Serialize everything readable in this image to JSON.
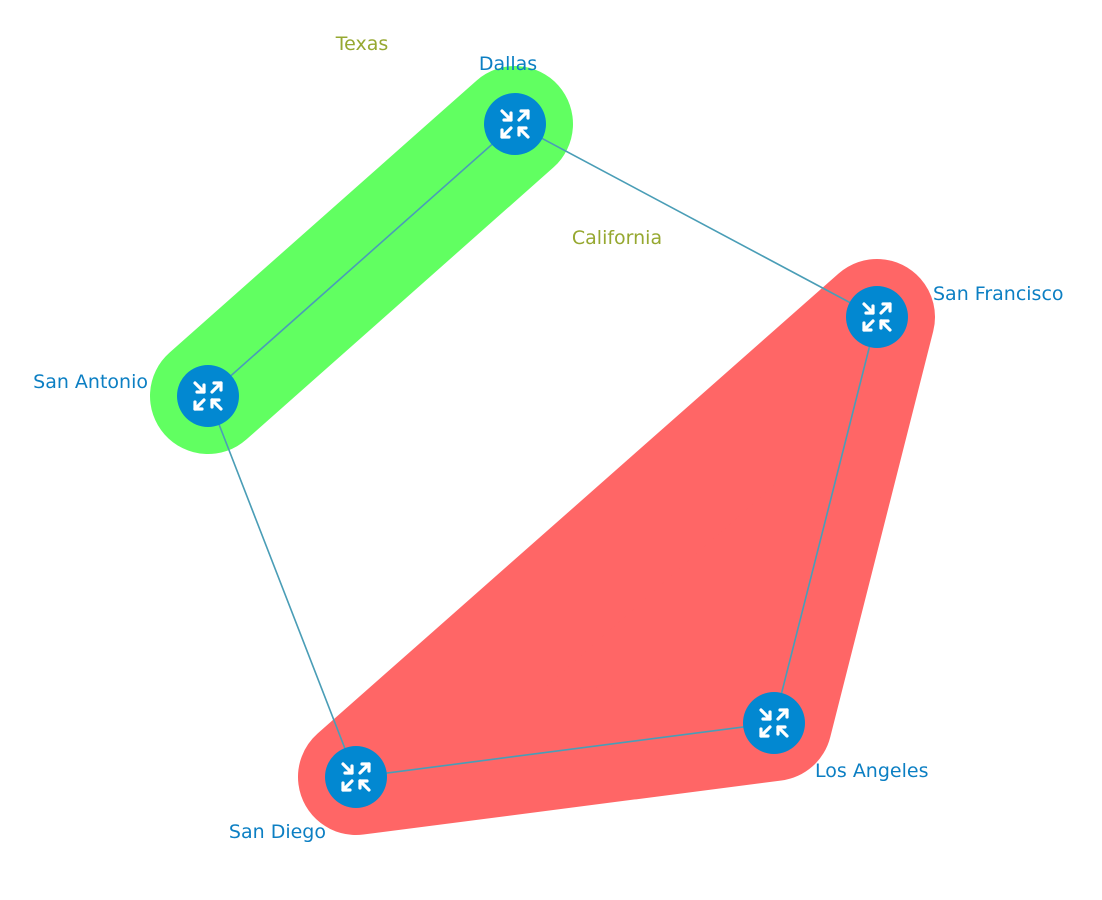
{
  "colors": {
    "node_fill": "#0288d1",
    "node_label": "#0c7fc3",
    "link": "#5bc0de",
    "group_label": "#96a830",
    "texas_group": "#61ff61",
    "california_group": "#ff6666"
  },
  "groups": [
    {
      "id": "texas",
      "label": "Texas",
      "members": [
        "dallas",
        "san-antonio"
      ]
    },
    {
      "id": "california",
      "label": "California",
      "members": [
        "san-francisco",
        "los-angeles",
        "san-diego"
      ]
    }
  ],
  "nodes": [
    {
      "id": "dallas",
      "label": "Dallas",
      "icon": "router-icon"
    },
    {
      "id": "san-antonio",
      "label": "San Antonio",
      "icon": "router-icon"
    },
    {
      "id": "san-francisco",
      "label": "San Francisco",
      "icon": "router-icon"
    },
    {
      "id": "los-angeles",
      "label": "Los Angeles",
      "icon": "router-icon"
    },
    {
      "id": "san-diego",
      "label": "San Diego",
      "icon": "router-icon"
    }
  ],
  "links": [
    {
      "source": "dallas",
      "target": "san-antonio"
    },
    {
      "source": "dallas",
      "target": "san-francisco"
    },
    {
      "source": "san-antonio",
      "target": "san-diego"
    },
    {
      "source": "san-francisco",
      "target": "los-angeles"
    },
    {
      "source": "los-angeles",
      "target": "san-diego"
    }
  ]
}
